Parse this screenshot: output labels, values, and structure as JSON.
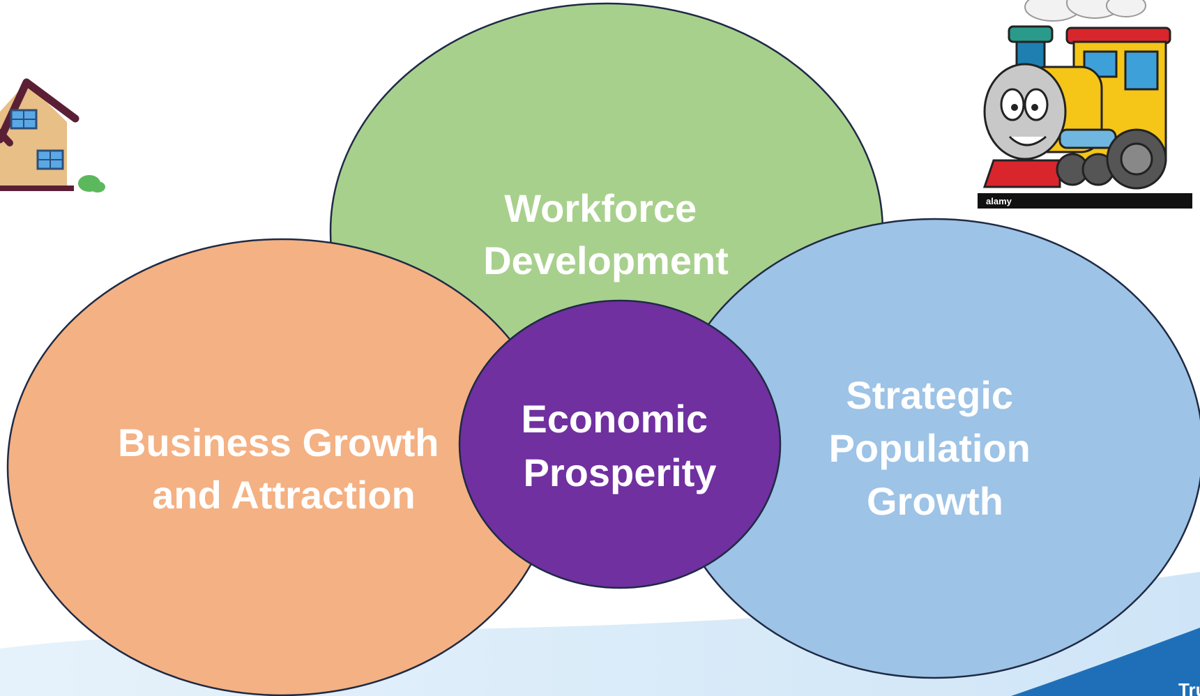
{
  "diagram": {
    "title": "",
    "workforce": {
      "line1": "Workforce",
      "line2": "Development",
      "color": "#a8d08d"
    },
    "business": {
      "line1": "Business Growth",
      "line2": "and Attraction",
      "color": "#f4b183"
    },
    "population": {
      "line1": "Strategic",
      "line2": "Population",
      "line3": "Growth",
      "color": "#9dc3e6"
    },
    "center": {
      "line1": "Economic",
      "line2": "Prosperity",
      "color": "#7030a0"
    },
    "outline_color": "#1f2a44"
  },
  "decorations": {
    "house_icon": "house-icon",
    "train_icon": "cartoon-train-icon",
    "train_watermark": "alamy",
    "footer_text": "Tru"
  }
}
